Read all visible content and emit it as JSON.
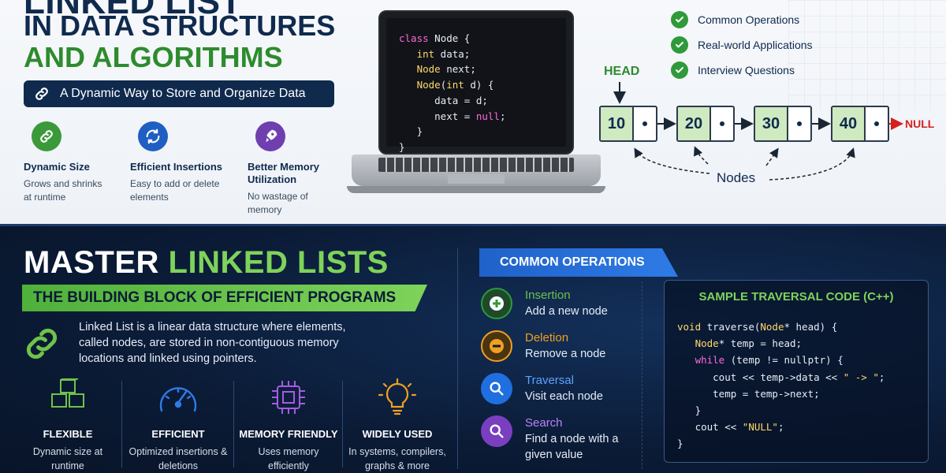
{
  "top": {
    "title_line1": "LINKED LIST",
    "title_line2": "IN DATA STRUCTURES",
    "title_line3": "AND ALGORITHMS",
    "tagline": "A Dynamic Way to Store and Organize Data",
    "features": [
      {
        "title": "Dynamic Size",
        "desc": "Grows and shrinks at runtime",
        "icon": "link-icon",
        "color": "#3a9a3a"
      },
      {
        "title": "Efficient Insertions",
        "desc": "Easy to add or delete elements",
        "icon": "refresh-icon",
        "color": "#1f5fc2"
      },
      {
        "title": "Better Memory Utilization",
        "desc": "No wastage of memory",
        "icon": "rocket-icon",
        "color": "#6f3fb0"
      }
    ],
    "code_lines": [
      "class Node {",
      "   int data;",
      "   Node next;",
      "   Node(int d) {",
      "      data = d;",
      "      next = null;",
      "   }",
      "}"
    ],
    "checklist": [
      "Common Operations",
      "Real-world Applications",
      "Interview Questions"
    ],
    "head_label": "HEAD",
    "nodes": [
      "10",
      "20",
      "30",
      "40"
    ],
    "null_label": "NULL",
    "nodes_label": "Nodes"
  },
  "bottom": {
    "title_white": "MASTER",
    "title_green": "LINKED LISTS",
    "banner": "THE BUILDING BLOCK OF EFFICIENT PROGRAMS",
    "description": "Linked List is a linear data structure where elements, called nodes, are stored in non-contiguous memory locations and linked using pointers.",
    "features": [
      {
        "title": "FLEXIBLE",
        "desc": "Dynamic size at runtime",
        "icon": "cubes-icon"
      },
      {
        "title": "EFFICIENT",
        "desc": "Optimized insertions & deletions",
        "icon": "gauge-icon"
      },
      {
        "title": "MEMORY FRIENDLY",
        "desc": "Uses memory efficiently",
        "icon": "chip-icon"
      },
      {
        "title": "WIDELY USED",
        "desc": "In systems, compilers, graphs & more",
        "icon": "lightbulb-icon"
      }
    ],
    "ops_title": "COMMON OPERATIONS",
    "operations": [
      {
        "title": "Insertion",
        "desc": "Add a new node",
        "icon": "plus-icon",
        "color": "#2f9a3a"
      },
      {
        "title": "Deletion",
        "desc": "Remove a node",
        "icon": "minus-icon",
        "color": "#f0a020"
      },
      {
        "title": "Traversal",
        "desc": "Visit each node",
        "icon": "search-icon",
        "color": "#1f6fe0"
      },
      {
        "title": "Search",
        "desc": "Find a node with a given value",
        "icon": "search-icon",
        "color": "#7a3fc0"
      }
    ],
    "code_title": "SAMPLE TRAVERSAL CODE (C++)"
  }
}
